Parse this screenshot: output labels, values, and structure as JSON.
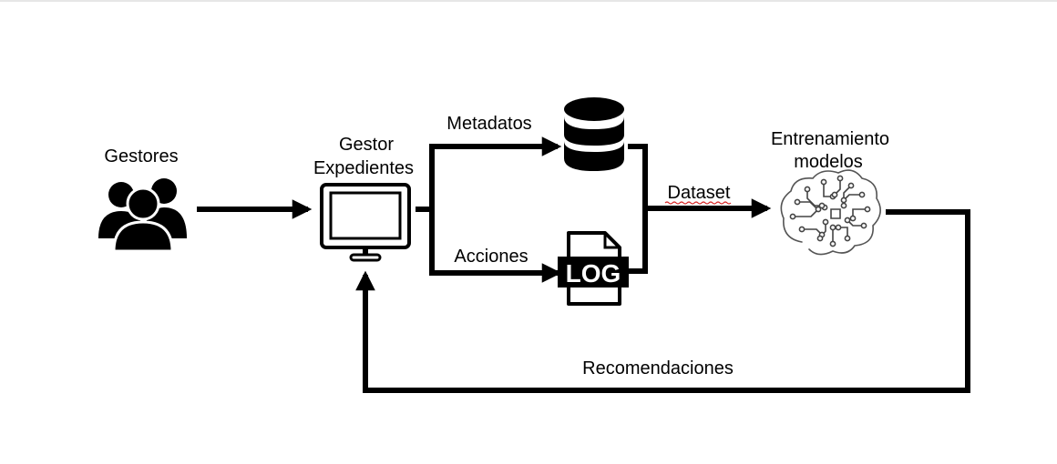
{
  "nodes": {
    "gestores": {
      "label": "Gestores",
      "icon": "users-group-icon"
    },
    "gestor_expedientes": {
      "label_line1": "Gestor",
      "label_line2": "Expedientes",
      "icon": "monitor-icon"
    },
    "database": {
      "icon": "database-icon"
    },
    "log": {
      "badge": "LOG",
      "icon": "log-file-icon"
    },
    "entrenamiento": {
      "label_line1": "Entrenamiento",
      "label_line2": "modelos",
      "icon": "circuit-brain-icon"
    }
  },
  "edges": {
    "metadatos": "Metadatos",
    "acciones": "Acciones",
    "dataset": "Dataset",
    "recomendaciones": "Recomendaciones"
  },
  "colors": {
    "ink": "#000000",
    "spellcheck": "#d62020"
  }
}
